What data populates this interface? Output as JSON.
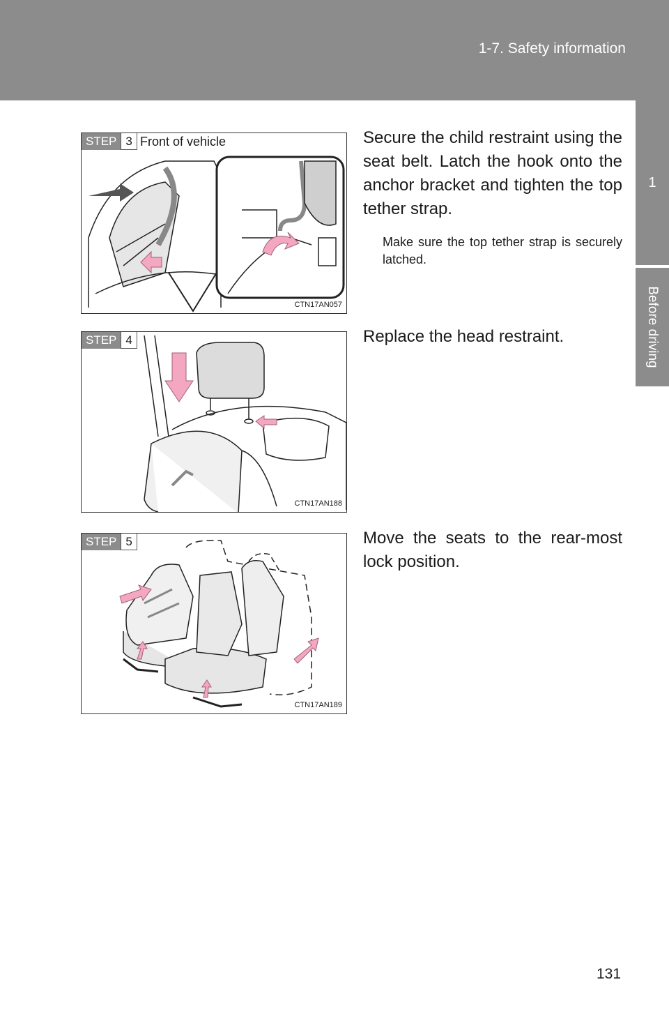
{
  "header": {
    "section_title": "1-7. Safety information"
  },
  "side_tab": {
    "chapter_number": "1",
    "chapter_label": "Before driving"
  },
  "steps": [
    {
      "step_label": "STEP",
      "step_number": "3",
      "caption_note": "Front of vehicle",
      "figure_code": "CTN17AN057",
      "text": "Secure the child restraint using the seat belt. Latch the hook onto the anchor bracket and tighten the top tether strap.",
      "note": "Make sure the top tether strap is securely latched."
    },
    {
      "step_label": "STEP",
      "step_number": "4",
      "figure_code": "CTN17AN188",
      "text": "Replace the head restraint."
    },
    {
      "step_label": "STEP",
      "step_number": "5",
      "figure_code": "CTN17AN189",
      "text": "Move the seats to the rear-most lock position."
    }
  ],
  "page_number": "131",
  "colors": {
    "header_gray": "#8c8c8c",
    "arrow_pink": "#f4a7c0"
  }
}
